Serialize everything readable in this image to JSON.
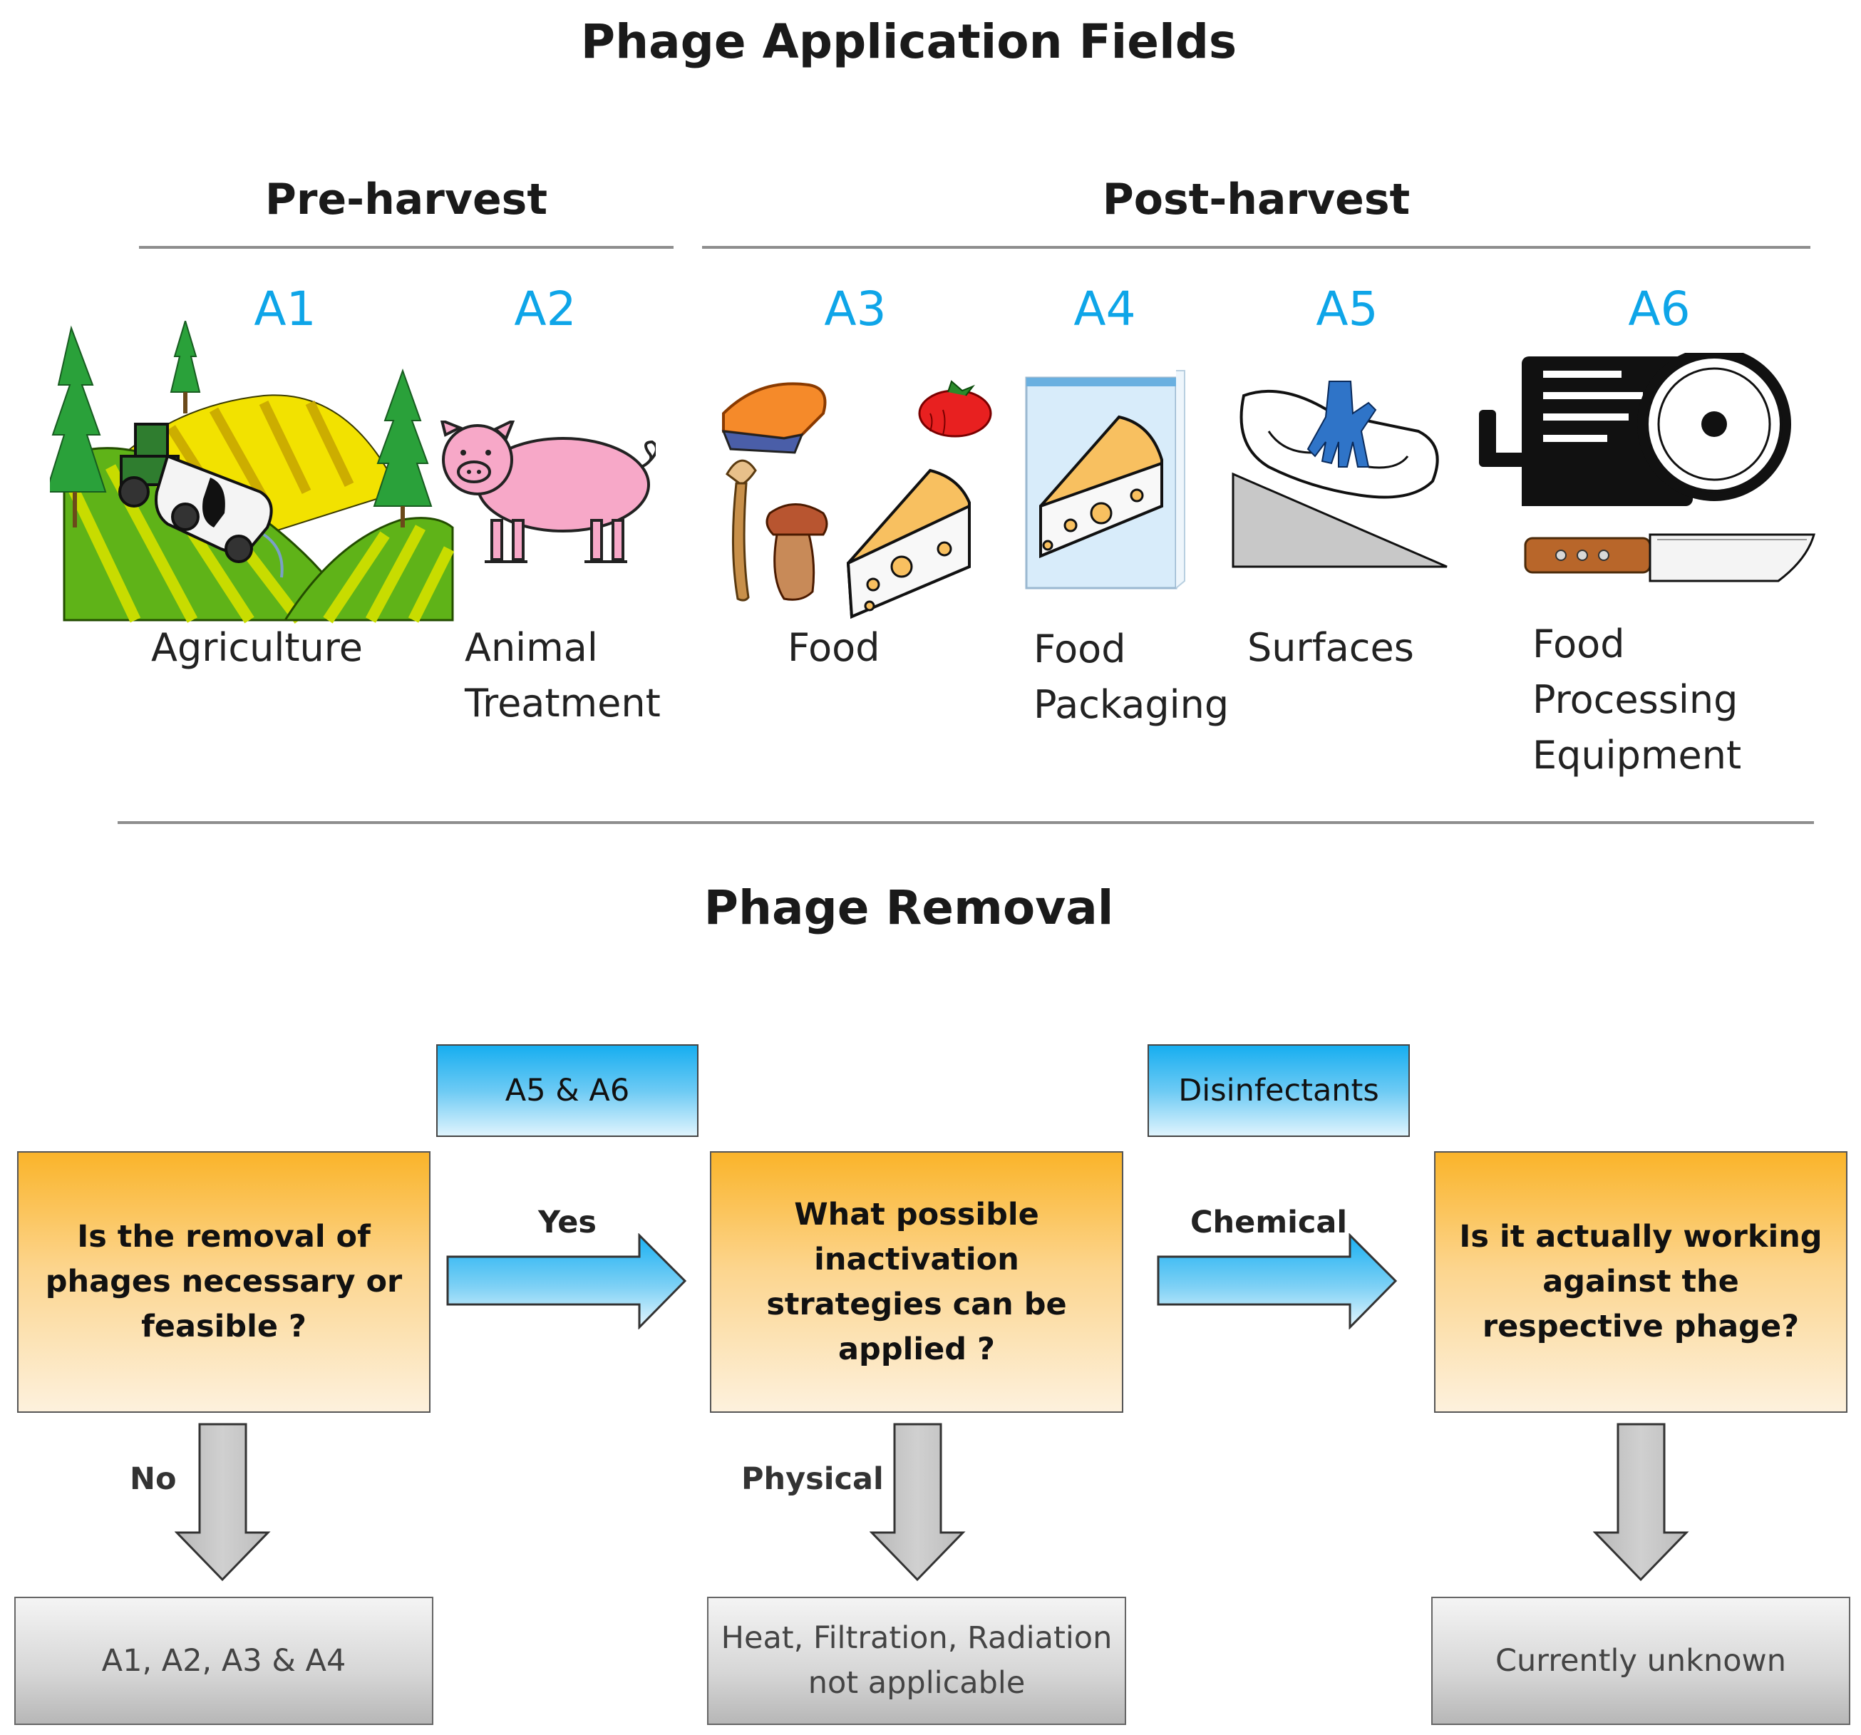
{
  "titles": {
    "main": "Phage Application Fields",
    "removal": "Phage Removal"
  },
  "phases": {
    "pre": "Pre-harvest",
    "post": "Post-harvest"
  },
  "fields": [
    {
      "code": "A1",
      "label_lines": [
        "Agriculture"
      ],
      "icon": "farm-hills-tractor-icon"
    },
    {
      "code": "A2",
      "label_lines": [
        "Animal",
        "Treatment"
      ],
      "icon": "pig-icon"
    },
    {
      "code": "A3",
      "label_lines": [
        "Food"
      ],
      "icon": "food-items-icon"
    },
    {
      "code": "A4",
      "label_lines": [
        "Food",
        "Packaging"
      ],
      "icon": "packaged-cheese-icon"
    },
    {
      "code": "A5",
      "label_lines": [
        "Surfaces"
      ],
      "icon": "gloved-hand-wiping-icon"
    },
    {
      "code": "A6",
      "label_lines": [
        "Food",
        "Processing",
        "Equipment"
      ],
      "icon": "slicer-knife-icon"
    }
  ],
  "flow": {
    "q1": "Is the removal of phages necessary or feasible ?",
    "q2": "What possible inactivation strategies can be applied ?",
    "q3": "Is it actually working against the respective phage?",
    "tag1": "A5 & A6",
    "tag2": "Disinfectants",
    "arrow_yes": "Yes",
    "arrow_chemical": "Chemical",
    "arrow_no": "No",
    "arrow_physical": "Physical",
    "r1": "A1, A2, A3 & A4",
    "r2": "Heat, Filtration, Radiation not applicable",
    "r3": "Currently unknown"
  },
  "colors": {
    "code_blue": "#0ea5e8",
    "question_orange": "#fab42a",
    "tag_blue": "#17aef0",
    "result_grey": "#d6d6d6"
  }
}
